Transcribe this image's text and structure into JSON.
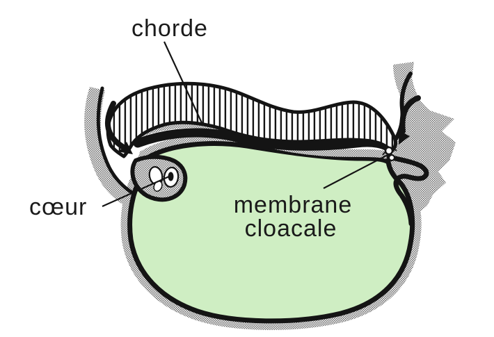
{
  "figure": {
    "type": "embryology-fold-diagram",
    "labels": {
      "chorde": "chorde",
      "coeur": "cœur",
      "membrane_line1": "membrane",
      "membrane_line2": "cloacale"
    },
    "colors": {
      "body_green": "#cfeec3",
      "ink_black": "#141414",
      "stipple_gray": "#5a5a5a",
      "paper_white": "#ffffff",
      "text_black": "#1a1a1a"
    }
  }
}
